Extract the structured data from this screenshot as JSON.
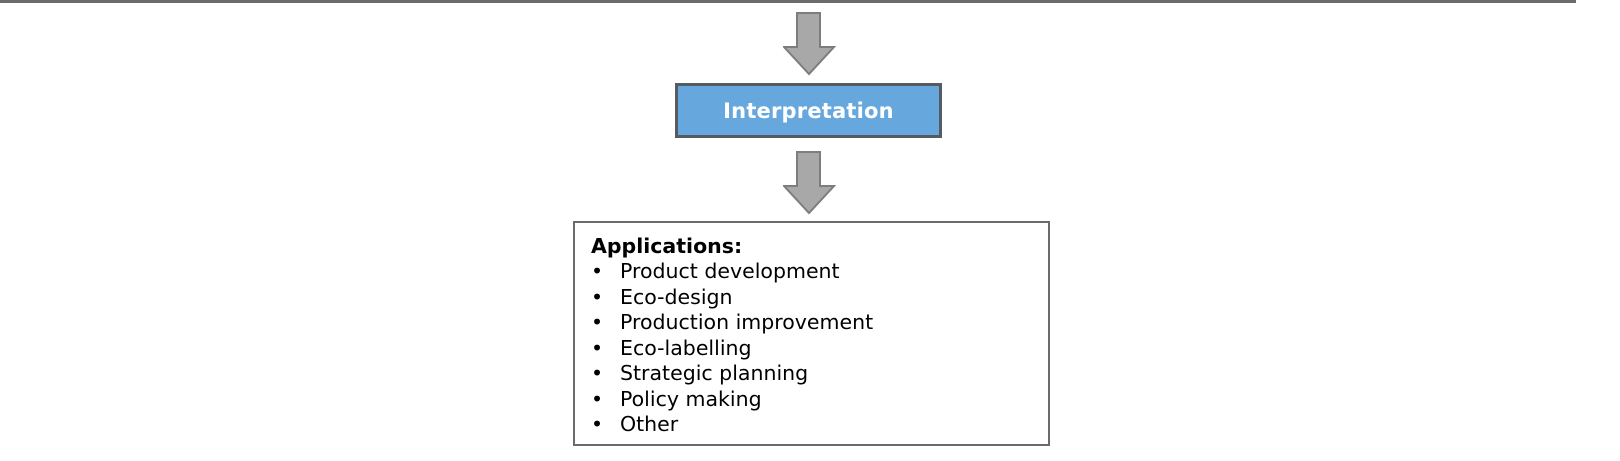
{
  "diagram": {
    "top_box": {},
    "arrows": [
      {
        "icon": "down-arrow-icon",
        "color": "#a8a8a8",
        "stroke": "#7d7d7d"
      },
      {
        "icon": "down-arrow-icon",
        "color": "#a8a8a8",
        "stroke": "#7d7d7d"
      }
    ],
    "interpretation": {
      "label": "Interpretation",
      "fill": "#66a8dd",
      "border": "#555b61"
    },
    "applications": {
      "title": "Applications:",
      "bullet": "•",
      "items": [
        "Product development",
        "Eco-design",
        "Production improvement",
        "Eco-labelling",
        "Strategic planning",
        "Policy making",
        "Other"
      ]
    }
  }
}
